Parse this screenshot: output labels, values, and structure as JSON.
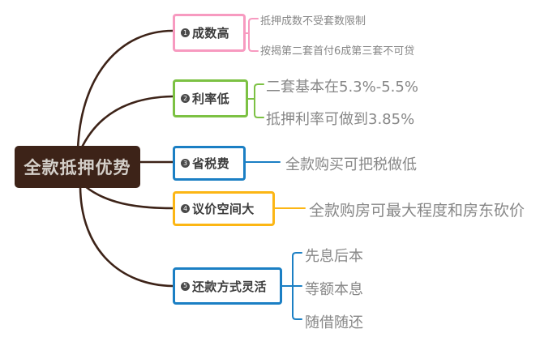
{
  "diagram": {
    "type": "mind-map",
    "title": "全款抵押优势",
    "root": {
      "label": "全款抵押优势",
      "fill_color": "#3d2318",
      "text_color": "#d4cfc9"
    },
    "branch_line_color": "#3d2318",
    "leaf_text_color": "#878787",
    "branches": [
      {
        "number": "❶",
        "label": "成数高",
        "color": "#f79ac0",
        "leaves": [
          "抵押成数不受套数限制",
          "按揭第二套首付6成第三套不可贷"
        ]
      },
      {
        "number": "❷",
        "label": "利率低",
        "color": "#7cc143",
        "leaves": [
          "二套基本在5.3%-5.5%",
          "抵押利率可做到3.85%"
        ]
      },
      {
        "number": "❸",
        "label": "省税费",
        "color": "#1b7fc4",
        "leaves": [
          "全款购买可把税做低"
        ]
      },
      {
        "number": "❹",
        "label": "议价空间大",
        "color": "#fcb614",
        "leaves": [
          "全款购房可最大程度和房东砍价"
        ]
      },
      {
        "number": "❺",
        "label": "还款方式灵活",
        "color": "#1b7fc4",
        "leaves": [
          "先息后本",
          "等额本息",
          "随借随还"
        ]
      }
    ]
  }
}
